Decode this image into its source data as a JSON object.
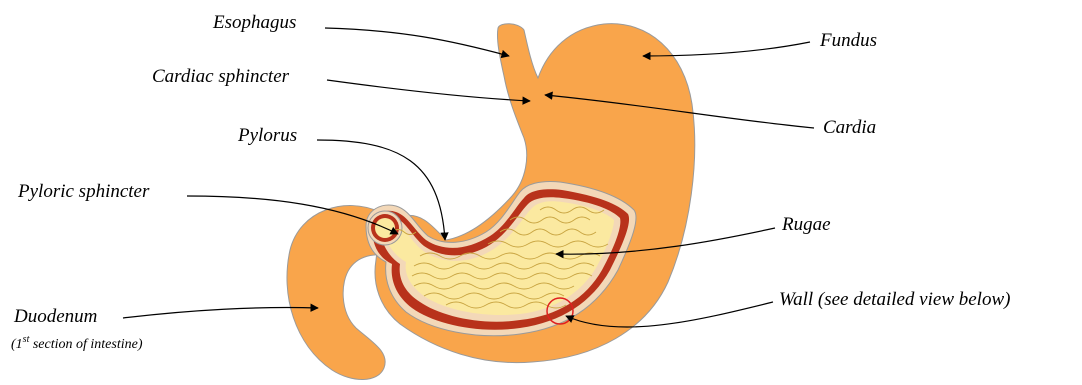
{
  "colors": {
    "stomach_body": "#F9A54B",
    "wall_red": "#B8321B",
    "wall_light": "#F3D8B8",
    "lumen": "#FBE9A0",
    "rugae": "#C9A542",
    "outline": "#9A9A9A",
    "highlight_circle": "#E02020"
  },
  "labels": {
    "esophagus": "Esophagus",
    "fundus": "Fundus",
    "cardiac_sphincter": "Cardiac sphincter",
    "cardia": "Cardia",
    "pylorus": "Pylorus",
    "pyloric_sphincter": "Pyloric sphincter",
    "rugae": "Rugae",
    "wall": "Wall (see detailed view below)",
    "duodenum": "Duodenum",
    "duodenum_note_prefix": "(1",
    "duodenum_note_sup": "st",
    "duodenum_note_suffix": " section of intestine)"
  }
}
